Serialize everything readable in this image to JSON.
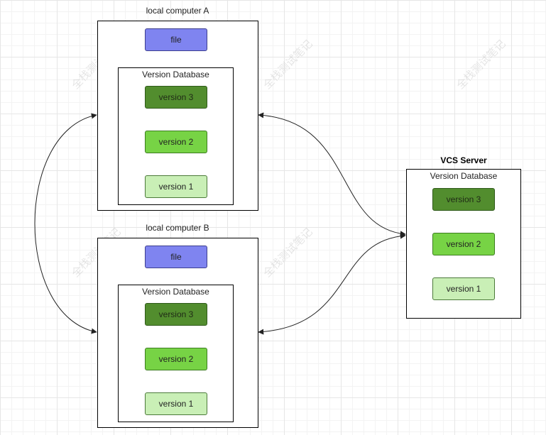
{
  "computer_a": {
    "label": "local computer A",
    "file": "file",
    "db_title": "Version Database",
    "versions": [
      "version 3",
      "version 2",
      "version 1"
    ]
  },
  "computer_b": {
    "label": "local computer B",
    "file": "file",
    "db_title": "Version Database",
    "versions": [
      "version 3",
      "version 2",
      "version 1"
    ]
  },
  "server": {
    "label": "VCS Server",
    "db_title": "Version Database",
    "versions": [
      "version 3",
      "version 2",
      "version 1"
    ]
  },
  "watermark": "全栈测试笔记",
  "colors": {
    "file": "#7f84f0",
    "version_3": "#528d2e",
    "version_2": "#77d345",
    "version_1": "#c9efb6"
  }
}
